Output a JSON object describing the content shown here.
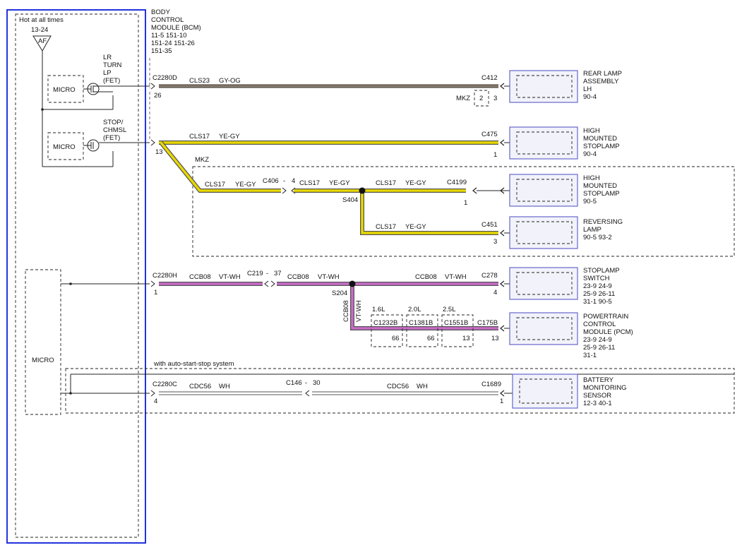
{
  "bcm": {
    "title_lines": [
      "BODY",
      "CONTROL",
      "MODULE (BCM)"
    ],
    "ref_lines": [
      "11-5     151-10",
      "151-24  151-26",
      "151-35"
    ],
    "hot_label": "Hot at all times",
    "fuse_ref": "13-24",
    "fuse_label": "AF",
    "micro_label": "MICRO",
    "lr_turn_label": [
      "LR",
      "TURN",
      "LP",
      "(FET)"
    ],
    "stop_chmsl_label": [
      "STOP/",
      "CHMSL",
      "(FET)"
    ]
  },
  "colors": {
    "wire_brown": "#8a7e70",
    "wire_yellow": "#e8d800",
    "wire_violet": "#c86cc8",
    "wire_white": "#ffffff",
    "module_border": "#3333cc",
    "bcm_border": "#2233dd"
  },
  "circuits": {
    "rear_lamp": {
      "connector": "C2280D",
      "pin": "26",
      "circuit": "CLS23",
      "wire_color": "GY-OG",
      "end_connector": "C412",
      "end_pin": "3",
      "mkz_label": "MKZ",
      "mkz_pin": "2"
    },
    "chmsl": {
      "connector": "13",
      "circuit": "CLS17",
      "wire_color": "YE-GY",
      "end_connector": "C475",
      "end_pin": "1"
    },
    "mkz_branch": {
      "label": "MKZ",
      "seg1_circuit": "CLS17",
      "seg1_color": "YE-GY",
      "inline_connector": "C406",
      "inline_dash": "-",
      "inline_pin": "4",
      "seg2_circuit": "CLS17",
      "seg2_color": "YE-GY",
      "splice": "S404",
      "seg3_circuit": "CLS17",
      "seg3_color": "YE-GY",
      "end_connector": "C4199",
      "end_pin": "1",
      "rev_circuit": "CLS17",
      "rev_color": "YE-GY",
      "rev_connector": "C451",
      "rev_pin": "3"
    },
    "stoplamp_switch": {
      "connector": "C2280H",
      "pin": "1",
      "seg1_circuit": "CCB08",
      "seg1_color": "VT-WH",
      "inline_connector": "C219",
      "inline_dash": "-",
      "inline_pin": "37",
      "seg2_circuit": "CCB08",
      "seg2_color": "VT-WH",
      "splice": "S204",
      "seg3_circuit": "CCB08",
      "seg3_color": "VT-WH",
      "end_connector": "C278",
      "end_pin": "4",
      "vertical_circuit": "CCB08",
      "vertical_color": "VT-WH"
    },
    "pcm": {
      "variants": [
        {
          "engine": "1.6L",
          "connector": "C1232B",
          "pin": "66"
        },
        {
          "engine": "2.0L",
          "connector": "C1381B",
          "pin": "66"
        },
        {
          "engine": "2.5L",
          "connector": "C1551B",
          "pin": "13"
        }
      ],
      "end_connector": "C175B",
      "end_pin": "13"
    },
    "battery_sensor": {
      "option_label": "with auto-start-stop system",
      "connector": "C2280C",
      "pin": "4",
      "seg1_circuit": "CDC56",
      "seg1_color": "WH",
      "inline_connector": "C146",
      "inline_dash": "-",
      "inline_pin": "30",
      "seg2_circuit": "CDC56",
      "seg2_color": "WH",
      "end_connector": "C1689",
      "end_pin": "1"
    }
  },
  "modules": [
    {
      "id": "rear-lamp-assembly",
      "lines": [
        "REAR LAMP",
        "ASSEMBLY",
        "LH"
      ],
      "refs": [
        "90-4"
      ]
    },
    {
      "id": "high-mounted-stoplamp-1",
      "lines": [
        "HIGH",
        "MOUNTED",
        "STOPLAMP"
      ],
      "refs": [
        "90-4"
      ]
    },
    {
      "id": "high-mounted-stoplamp-2",
      "lines": [
        "HIGH",
        "MOUNTED",
        "STOPLAMP"
      ],
      "refs": [
        "90-5"
      ]
    },
    {
      "id": "reversing-lamp",
      "lines": [
        "REVERSING",
        "LAMP"
      ],
      "refs": [
        "90-5    93-2"
      ]
    },
    {
      "id": "stoplamp-switch",
      "lines": [
        "STOPLAMP",
        "SWITCH"
      ],
      "refs": [
        "23-9     24-9",
        "25-9     26-11",
        "31-1     90-5"
      ]
    },
    {
      "id": "powertrain-control-module",
      "lines": [
        "POWERTRAIN",
        "CONTROL",
        "MODULE (PCM)"
      ],
      "refs": [
        "23-9     24-9",
        "25-9     26-11",
        "31-1"
      ]
    },
    {
      "id": "battery-monitoring-sensor",
      "lines": [
        "BATTERY",
        "MONITORING",
        "SENSOR"
      ],
      "refs": [
        "12-3     40-1"
      ]
    }
  ]
}
